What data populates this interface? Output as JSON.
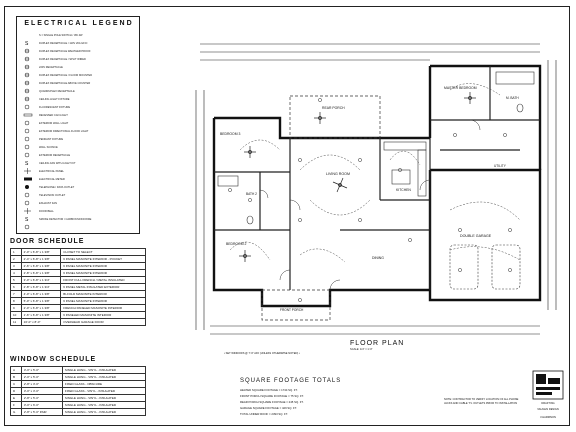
{
  "legend": {
    "title": "ELECTRICAL LEGEND",
    "items": [
      {
        "symbol": "switch",
        "text": "S = SINGLE POLE SWITCH / 3W 4W"
      },
      {
        "symbol": "outlet",
        "text": "DUPLEX RECEPTACLE / 110V 20A GFCI"
      },
      {
        "symbol": "outlet",
        "text": "DUPLEX RECEPTACLE WEATHER PROOF"
      },
      {
        "symbol": "outlet",
        "text": "DUPLEX RECEPTACLE / SPLIT WIRED"
      },
      {
        "symbol": "outlet",
        "text": "220V RECEPTACLE"
      },
      {
        "symbol": "outlet",
        "text": "DUPLEX RECEPTACLE / FLOOR MOUNTED"
      },
      {
        "symbol": "outlet",
        "text": "DUPLEX RECEPTACLE ABOVE COUNTER"
      },
      {
        "symbol": "outlet",
        "text": "QUADRUPLEX RECEPTACLE"
      },
      {
        "symbol": "light",
        "text": "CEILING LIGHT FIXTURE"
      },
      {
        "symbol": "fluor",
        "text": "FLUORESCENT FIXTURE"
      },
      {
        "symbol": "light",
        "text": "RECESSED CAN LIGHT"
      },
      {
        "symbol": "light",
        "text": "EXTERIOR WALL LIGHT"
      },
      {
        "symbol": "light",
        "text": "EXTERIOR DIRECTIONAL FLOOD LIGHT"
      },
      {
        "symbol": "light",
        "text": "PENDANT FIXTURE"
      },
      {
        "symbol": "light",
        "text": "WALL SCONCE"
      },
      {
        "symbol": "switch",
        "text": "EXTERIOR RECEPTACLE"
      },
      {
        "symbol": "fan",
        "text": "CEILING FAN WITH LIGHT KIT"
      },
      {
        "symbol": "panel",
        "text": "ELECTRICAL PANEL"
      },
      {
        "symbol": "meter",
        "text": "ELECTRICAL METER"
      },
      {
        "symbol": "light",
        "text": "TELEPHONE / DATA OUTLET"
      },
      {
        "symbol": "light",
        "text": "TELEVISION OUTLET"
      },
      {
        "symbol": "fan",
        "text": "EXHAUST FAN"
      },
      {
        "symbol": "switch",
        "text": "DOOR BELL"
      },
      {
        "symbol": "light",
        "text": "SMOKE DETECTOR / CARBON MONOXIDE"
      }
    ]
  },
  "door_schedule": {
    "title": "DOOR SCHEDULE",
    "rows": [
      {
        "id": "1",
        "size": "2'-0\" x 6'-8\" x 1 3/8\"",
        "desc": "CLOSET TO SELECT"
      },
      {
        "id": "2",
        "size": "2'-4\" x 6'-8\" x 1 3/8\"",
        "desc": "6 PANEL MASONITE INTERIOR - POCKET"
      },
      {
        "id": "3",
        "size": "2'-6\" x 6'-8\" x 1 3/8\"",
        "desc": "6 PANEL MASONITE INTERIOR"
      },
      {
        "id": "4",
        "size": "2'-8\" x 6'-8\" x 1 3/8\"",
        "desc": "6 PANEL MASONITE INTERIOR"
      },
      {
        "id": "5",
        "size": "3'-0\" x 6'-8\" x 1 3/4\"",
        "desc": "FRONT FULL FRENCH / METAL INSULATED"
      },
      {
        "id": "6",
        "size": "2'-8\" x 6'-8\" x 1 3/4\"",
        "desc": "6 PANEL METAL INSULATED EXTERIOR"
      },
      {
        "id": "7",
        "size": "4'-0\" x 6'-8\" x 1 3/8\"",
        "desc": "BI-FOLD MASONITE INTERIOR"
      },
      {
        "id": "8",
        "size": "5'-0\" x 6'-8\" x 1 3/8\"",
        "desc": "6 PANEL MASONITE INTERIOR"
      },
      {
        "id": "9",
        "size": "2'-0\" x 6'-8\" x 1 3/8\"",
        "desc": "FRENCH PANELED MASONITE INTERIOR"
      },
      {
        "id": "10",
        "size": "1'-6\" x 6'-8\" x 1 3/8\"",
        "desc": "6 PANELED MASONITE INTERIOR"
      },
      {
        "id": "11",
        "size": "16'-0\" x 8'-0\"",
        "desc": "OVERHEAD GARAGE DOOR"
      }
    ]
  },
  "window_schedule": {
    "title": "WINDOW SCHEDULE",
    "rows": [
      {
        "id": "A",
        "size": "3'-0\" x 5'-0\"",
        "desc": "SINGLE HUNG - VINYL - INSULATED"
      },
      {
        "id": "B",
        "size": "2'-0\" x 5'-0\"",
        "desc": "SINGLE HUNG - VINYL - INSULATED"
      },
      {
        "id": "C",
        "size": "2'-8\" x 3'-0\"",
        "desc": "FIXED GLASS - OBSCURE"
      },
      {
        "id": "D",
        "size": "3'-0\" x 3'-0\"",
        "desc": "FIXED GLASS - VINYL - INSULATED"
      },
      {
        "id": "E",
        "size": "2'-8\" x 5'-0\"",
        "desc": "SINGLE HUNG - VINYL - INSULATED"
      },
      {
        "id": "F",
        "size": "3'-0\" x 6'-0\"",
        "desc": "SINGLE HUNG - VINYL - INSULATED"
      },
      {
        "id": "G",
        "size": "2'-8\" x 5'-0\" PAIR",
        "desc": "SINGLE HUNG - VINYL - INSULATED"
      }
    ]
  },
  "plan": {
    "title": "FLOOR PLAN",
    "scale": "SCALE: 1/4\" = 1'-0\"",
    "note": "• SET WINDOWS @ 7'-6\" AFF (UNLESS OTHERWISE NOTED) •",
    "rooms": [
      {
        "name": "BEDROOM 3",
        "key": "bed3"
      },
      {
        "name": "LIVING ROOM",
        "key": "living"
      },
      {
        "name": "MASTER BEDROOM",
        "key": "master"
      },
      {
        "name": "REAR PORCH",
        "key": "rear_porch"
      },
      {
        "name": "BATH 2",
        "key": "bath2"
      },
      {
        "name": "KITCHEN",
        "key": "kitchen"
      },
      {
        "name": "DINING",
        "key": "dining"
      },
      {
        "name": "BEDROOM 2",
        "key": "bed2"
      },
      {
        "name": "FRONT PORCH",
        "key": "front_porch"
      },
      {
        "name": "DOUBLE GARAGE",
        "key": "garage"
      },
      {
        "name": "UTILITY",
        "key": "utility"
      },
      {
        "name": "M. BATH",
        "key": "mbath"
      }
    ]
  },
  "square_footage": {
    "title": "SQUARE FOOTAGE TOTALS",
    "lines": [
      "HEATED SQUARE FOOTAGE = 1744 SQ. FT.",
      "FRONT PORCH SQUARE FOOTAGE = 75 SQ. FT.",
      "REAR PORCH SQUARE FOOTAGE = 245 SQ. FT.",
      "GARAGE SQUARE FOOTAGE = 429 SQ. FT.",
      "TOTAL UNDER ROOF = 2393 SQ. FT."
    ]
  },
  "contractor_note": "NOTE: CONTRACTOR TO VERIFY LOCATION OF ALL PHONE JACKS AND CABLE T.V. OUTLETS PRIOR TO INSTALLATION",
  "title_block": {
    "logo_text": "DRAFTING",
    "project": "VAUGHN DESIGN",
    "sheet": "3 HARRISON"
  }
}
